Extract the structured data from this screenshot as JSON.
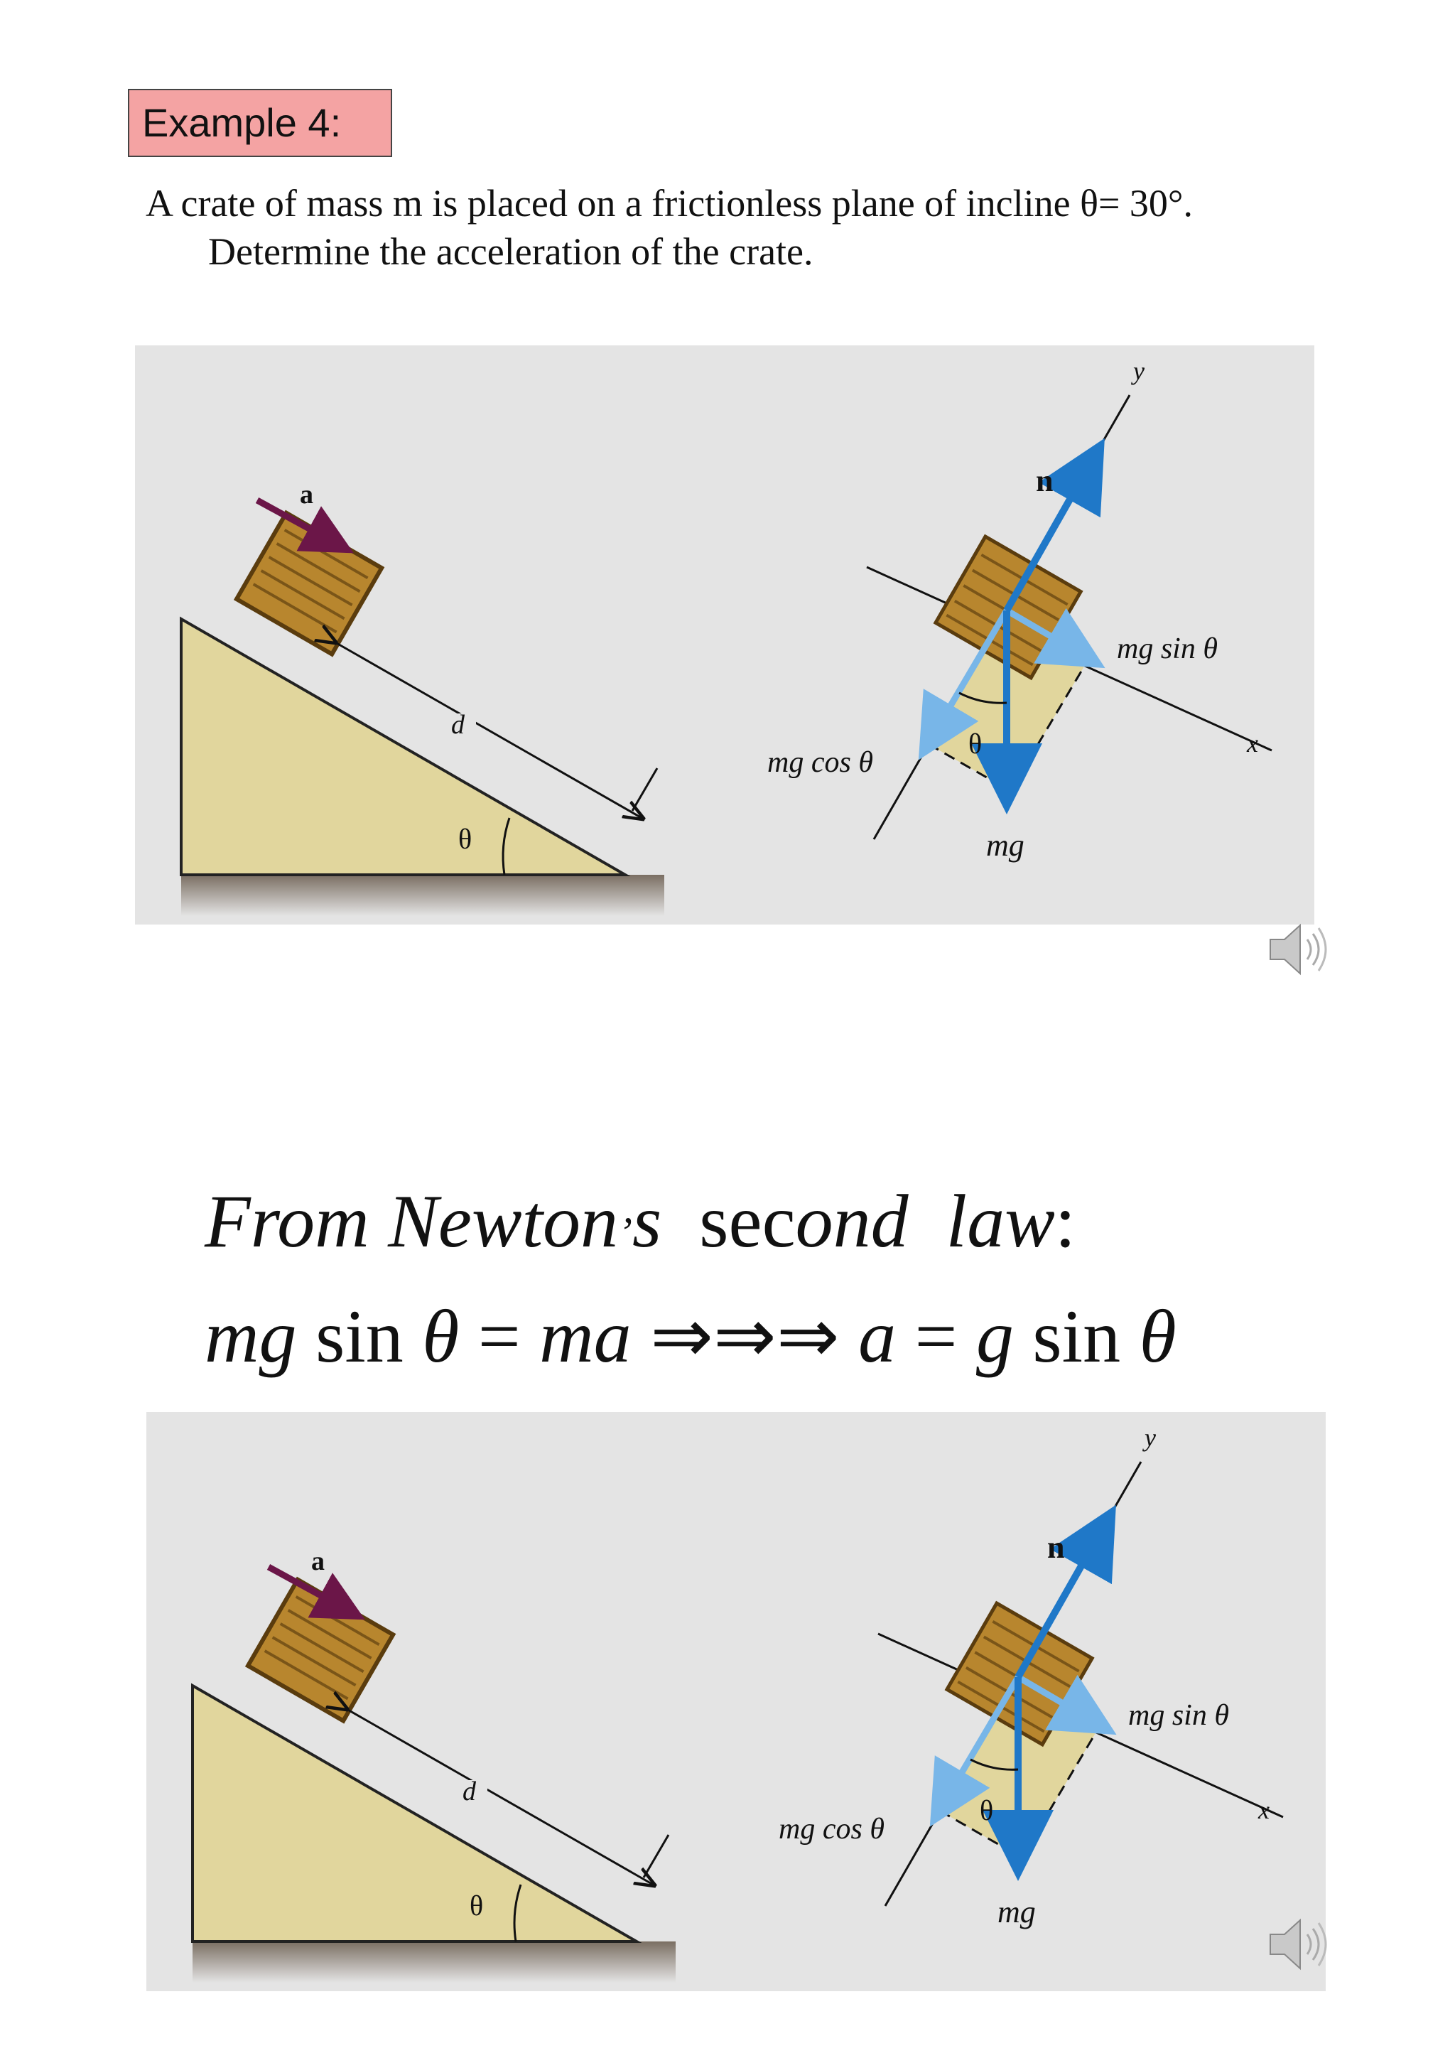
{
  "header": {
    "title": "Example 4:"
  },
  "problem": {
    "line1": "A crate of mass m is placed on a frictionless plane of incline θ= 30°.",
    "line2": "Determine the acceleration of the crate."
  },
  "figure": {
    "accel_label": "a",
    "distance_label": "d",
    "angle_label": "θ",
    "normal_label": "n",
    "weight_label": "mg",
    "mg_sin_label": "mg sin θ",
    "mg_cos_label": "mg cos θ",
    "x_axis": "x",
    "y_axis": "y",
    "colors": {
      "background": "#e4e4e4",
      "incline": "#e1d69d",
      "force_arrow": "#1f78c8",
      "component_arrow": "#78b6e8",
      "accel_arrow": "#6b1648",
      "crate": "#b8862e"
    }
  },
  "equations": {
    "line1": {
      "from": "From Newton",
      "apos": "’",
      "s": "s",
      "sec": "sec",
      "ond": "ond",
      "law": "law",
      "colon": ":"
    },
    "line2": {
      "lhs_mg": "mg",
      "sin": "sin",
      "theta": "θ",
      "eq": "=",
      "ma": "ma",
      "arrows": "⇒⇒⇒",
      "a": "a",
      "eq2": "=",
      "g": "g",
      "sin2": "sin",
      "theta2": "θ"
    }
  },
  "audio": {
    "icon": "speaker-icon"
  }
}
